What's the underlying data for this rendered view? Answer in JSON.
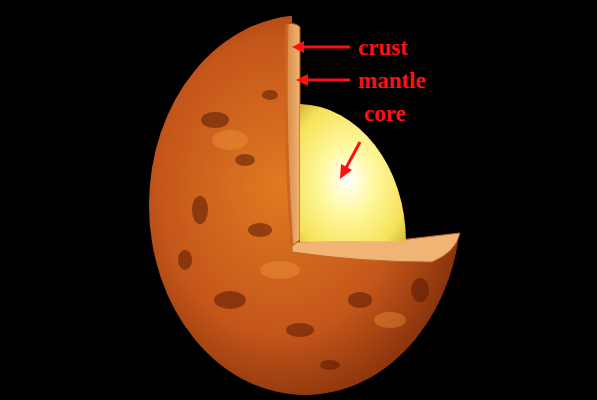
{
  "diagram": {
    "labels": [
      "crust",
      "mantle",
      "core"
    ]
  }
}
